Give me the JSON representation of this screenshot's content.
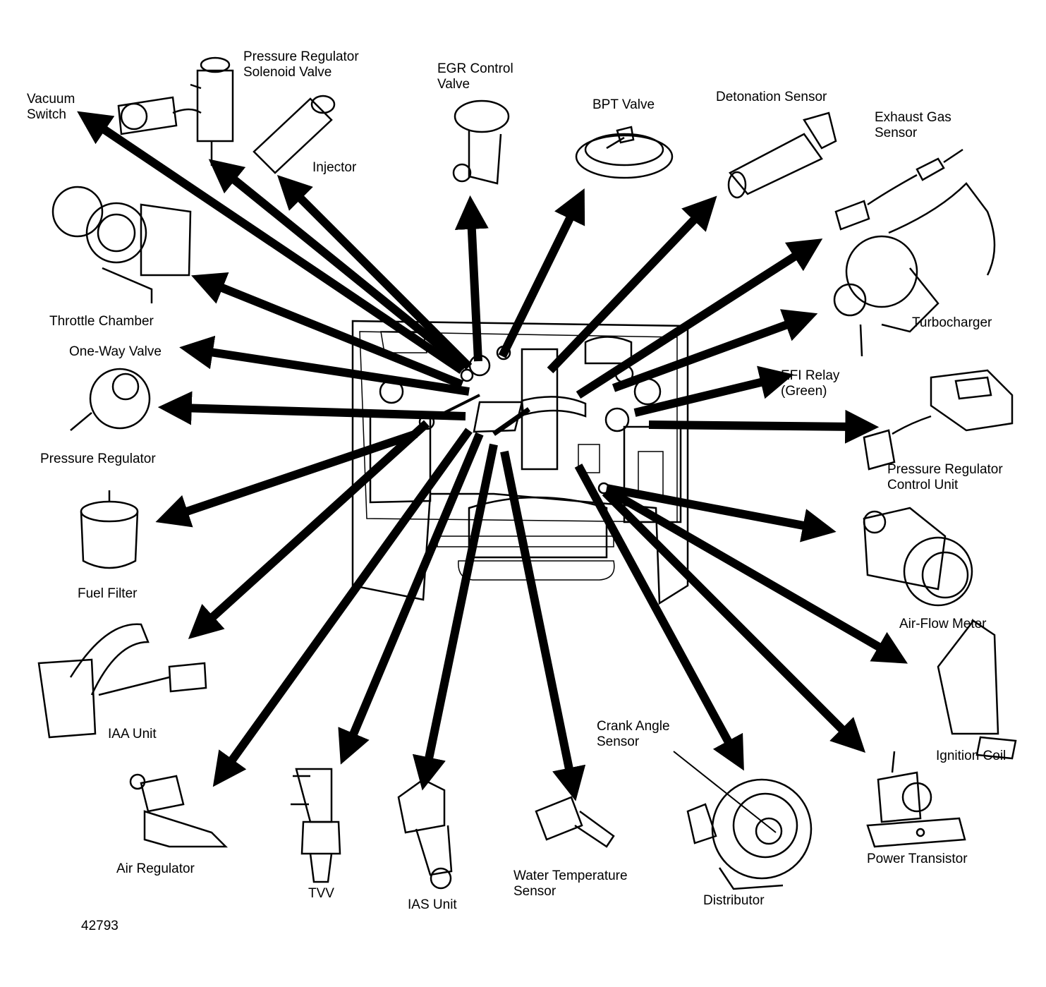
{
  "figure_number": "42793",
  "colors": {
    "ink": "#000000",
    "paper": "#ffffff"
  },
  "labels": {
    "vacuum_switch": [
      "Vacuum",
      "Switch"
    ],
    "pressure_regulator_solenoid_valve": [
      "Pressure Regulator",
      "Solenoid Valve"
    ],
    "injector": "Injector",
    "egr_control_valve": [
      "EGR Control",
      "Valve"
    ],
    "bpt_valve": "BPT Valve",
    "detonation_sensor": "Detonation Sensor",
    "exhaust_gas_sensor": [
      "Exhaust Gas",
      "Sensor"
    ],
    "throttle_chamber": "Throttle Chamber",
    "turbocharger": "Turbocharger",
    "one_way_valve": "One-Way Valve",
    "efi_relay": [
      "EFI Relay",
      "(Green)"
    ],
    "pressure_regulator": "Pressure Regulator",
    "pressure_regulator_control_unit": [
      "Pressure Regulator",
      "Control Unit"
    ],
    "fuel_filter": "Fuel Filter",
    "air_flow_meter": "Air-Flow Meter",
    "iaa_unit": "IAA Unit",
    "ignition_coil": "Ignition Coil",
    "crank_angle_sensor": [
      "Crank Angle",
      "Sensor"
    ],
    "air_regulator": "Air Regulator",
    "tvv": "TVV",
    "ias_unit": "IAS Unit",
    "water_temperature_sensor": [
      "Water Temperature",
      "Sensor"
    ],
    "distributor": "Distributor",
    "power_transistor": "Power Transistor"
  }
}
